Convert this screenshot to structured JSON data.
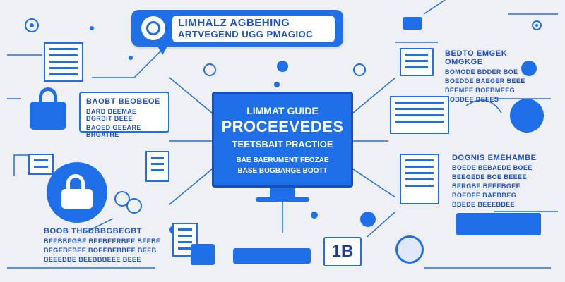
{
  "banner": {
    "line1": "LIMHALZ AGBEHING",
    "line2": "ARTVEGEND UGG PMAGIOC"
  },
  "monitor": {
    "line1": "LIMMAT GUIDE",
    "line2": "PROCEEVEDES",
    "line3": "TEETSBAIT PRACTIOE",
    "line4": "BAE BAERUMENT FEOZAE",
    "line5": "BASE BOGBARGE BOOTT"
  },
  "card_left_top": {
    "head": "BAOBT BEOBEOE",
    "line1": "BARB BEEMAE BGRBIT BEEE",
    "line2": "BAOED GEEARE BRGATRE"
  },
  "card_right_top": {
    "head": "BEDTO EMGEK OMGKGE",
    "lines": [
      "BOMODE BDDER BOE",
      "BOEDDE BAEGER BEEE",
      "BEEMEE BOEBMEEG",
      "BOBDEE BEEES"
    ]
  },
  "card_right_mid": {
    "head": "DOGNIS EMEHAMBE",
    "lines": [
      "BOEDE BEBAEDE BOEE",
      "BEEGEDE BOE BEEEE",
      "BERGBE BEEEBGEE",
      "BOEDEE BAEBBEG",
      "BBEDE BEEEBBEE"
    ]
  },
  "card_bottom_left": {
    "head": "BOOB THEDBBGBEGBT",
    "lines": [
      "BEEBBEGBE BEEBEERBEE BEEBE",
      "BEGEBEBEE BOEEBEBBEE BEEB",
      "BEEEBBE BEEBBBEEE BEEE"
    ]
  },
  "num_box": {
    "value": "1B"
  },
  "colors": {
    "accent": "#1f6fe8",
    "bg": "#eef0f3"
  }
}
